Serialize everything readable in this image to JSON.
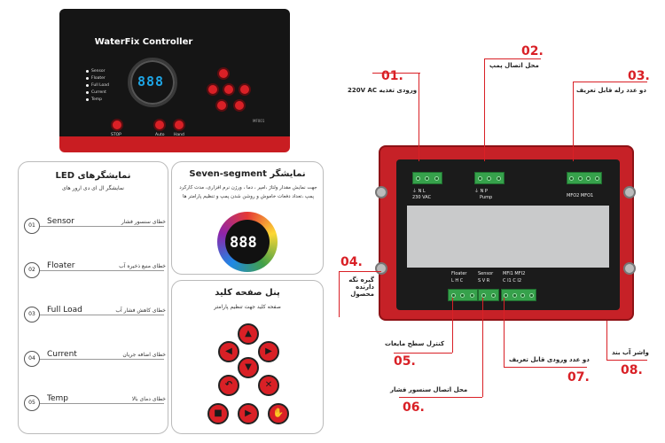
{
  "front_panel": {
    "title": "WaterFix Controller",
    "leds": [
      "Sensor",
      "Floater",
      "Full Load",
      "Current",
      "Temp"
    ],
    "display": "888",
    "bottom_buttons": [
      "STOP",
      "Auto",
      "Hand"
    ],
    "model": "MF001"
  },
  "led_card": {
    "title": "نمایشگرهای LED",
    "subtitle": "نمایشگر ال ای دی  ارور های",
    "items": [
      {
        "num": "01",
        "en": "Sensor",
        "fa": "خطای سنسور فشار"
      },
      {
        "num": "02",
        "en": "Floater",
        "fa": "خطای منبع ذخیره آب"
      },
      {
        "num": "03",
        "en": "Full Load",
        "fa": "خطای کاهش فشار آب"
      },
      {
        "num": "04",
        "en": "Current",
        "fa": "خطای اضافه جریان"
      },
      {
        "num": "05",
        "en": "Temp",
        "fa": "خطای دمای بالا"
      }
    ]
  },
  "seg_card": {
    "title": "نمایشگر Seven-segment",
    "desc": "جهت نمایش مقدار ولتاژ ،امپر ، دما ، ورژن نرم افزاری، مدت کارکرد پمپ ،تعداد دفعات خاموش و روشن شدن پمپ و تنظیم پارامتر ها",
    "digits": "888"
  },
  "key_card": {
    "title": "پنل صفحه کلید",
    "subtitle": "صفحه کلید جهت تنظیم پارامتر"
  },
  "back_panel": {
    "top_labels": {
      "power": "230 VAC",
      "power_pins": "⏚ N L",
      "pump": "Pump",
      "pump_pins": "⏚ N P",
      "mfo": "MFO2 MFO1"
    },
    "bottom_labels": {
      "floater": "Floater",
      "floater_pins": "L H C",
      "sensor": "Sensor",
      "sensor_pins": "S V R",
      "mfi": "MFI1 MFI2",
      "mfi_pins": "C I1 C I2"
    }
  },
  "callouts": [
    {
      "num": "01.",
      "text": "ورودی تغذیه 220V AC"
    },
    {
      "num": "02.",
      "text": "محل اتصال پمپ"
    },
    {
      "num": "03.",
      "text": "دو عدد رله قابل تعریف"
    },
    {
      "num": "04.",
      "text": "گیره نگه دارنده محصول"
    },
    {
      "num": "05.",
      "text": "کنترل سطح مایعات"
    },
    {
      "num": "06.",
      "text": "محل اتصال سنسور فشار"
    },
    {
      "num": "07.",
      "text": "دو عدد ورودی قابل تعریف"
    },
    {
      "num": "08.",
      "text": "واشر آب بند"
    }
  ]
}
